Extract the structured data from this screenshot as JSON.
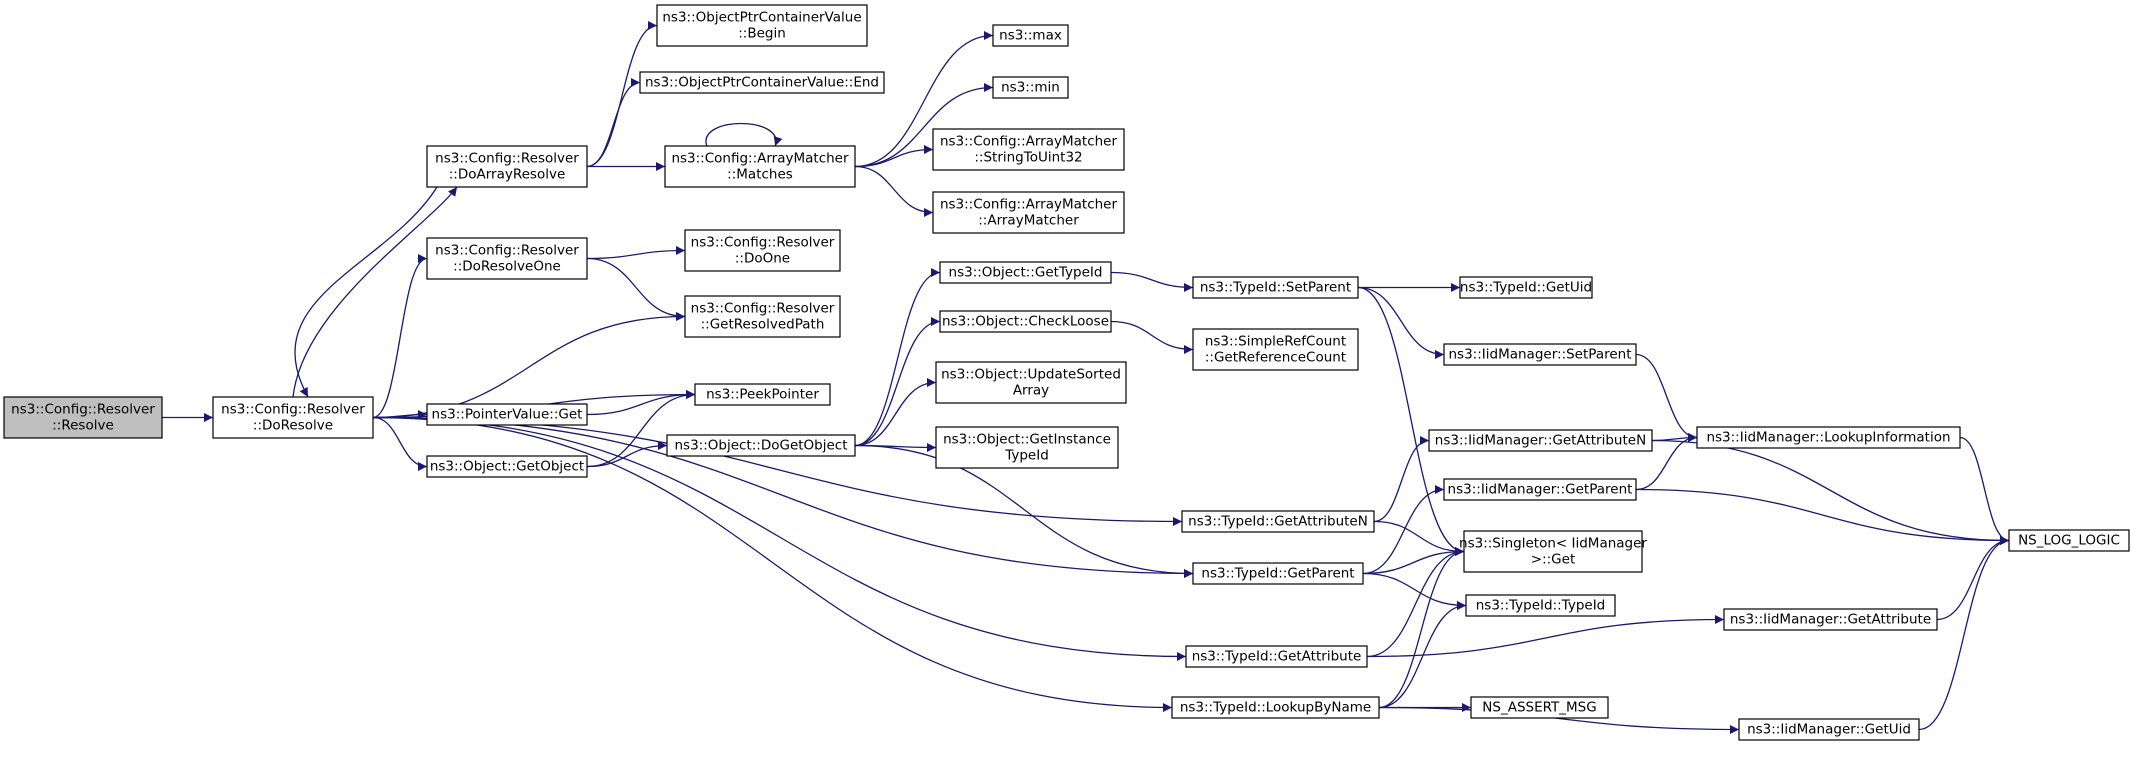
{
  "diagram": {
    "type": "call-graph",
    "nodes": [
      {
        "id": "resolve",
        "lines": [
          "ns3::Config::Resolver",
          "::Resolve"
        ],
        "root": true
      },
      {
        "id": "doresolve",
        "lines": [
          "ns3::Config::Resolver",
          "::DoResolve"
        ]
      },
      {
        "id": "doarrayresolve",
        "lines": [
          "ns3::Config::Resolver",
          "::DoArrayResolve"
        ]
      },
      {
        "id": "doresolveone",
        "lines": [
          "ns3::Config::Resolver",
          "::DoResolveOne"
        ]
      },
      {
        "id": "pointervalueget",
        "lines": [
          "ns3::PointerValue::Get"
        ]
      },
      {
        "id": "objectgetobject",
        "lines": [
          "ns3::Object::GetObject"
        ]
      },
      {
        "id": "optrbegin",
        "lines": [
          "ns3::ObjectPtrContainerValue",
          "::Begin"
        ]
      },
      {
        "id": "optrend",
        "lines": [
          "ns3::ObjectPtrContainerValue::End"
        ]
      },
      {
        "id": "matches",
        "lines": [
          "ns3::Config::ArrayMatcher",
          "::Matches"
        ]
      },
      {
        "id": "doone",
        "lines": [
          "ns3::Config::Resolver",
          "::DoOne"
        ]
      },
      {
        "id": "getresolvedpath",
        "lines": [
          "ns3::Config::Resolver",
          "::GetResolvedPath"
        ]
      },
      {
        "id": "peekpointer",
        "lines": [
          "ns3::PeekPointer"
        ]
      },
      {
        "id": "dogetobject",
        "lines": [
          "ns3::Object::DoGetObject"
        ]
      },
      {
        "id": "max",
        "lines": [
          "ns3::max"
        ]
      },
      {
        "id": "min",
        "lines": [
          "ns3::min"
        ]
      },
      {
        "id": "stringtouint32",
        "lines": [
          "ns3::Config::ArrayMatcher",
          "::StringToUint32"
        ]
      },
      {
        "id": "arraymatcher",
        "lines": [
          "ns3::Config::ArrayMatcher",
          "::ArrayMatcher"
        ]
      },
      {
        "id": "objgettypeid",
        "lines": [
          "ns3::Object::GetTypeId"
        ]
      },
      {
        "id": "checkloose",
        "lines": [
          "ns3::Object::CheckLoose"
        ]
      },
      {
        "id": "updatesorted",
        "lines": [
          "ns3::Object::UpdateSorted",
          "Array"
        ]
      },
      {
        "id": "getinstancetypeid",
        "lines": [
          "ns3::Object::GetInstance",
          "TypeId"
        ]
      },
      {
        "id": "setparent",
        "lines": [
          "ns3::TypeId::SetParent"
        ]
      },
      {
        "id": "getrefcount",
        "lines": [
          "ns3::SimpleRefCount",
          "::GetReferenceCount"
        ]
      },
      {
        "id": "getattributen",
        "lines": [
          "ns3::TypeId::GetAttributeN"
        ]
      },
      {
        "id": "typeidgetparent",
        "lines": [
          "ns3::TypeId::GetParent"
        ]
      },
      {
        "id": "typeidgetattribute",
        "lines": [
          "ns3::TypeId::GetAttribute"
        ]
      },
      {
        "id": "lookupbyname",
        "lines": [
          "ns3::TypeId::LookupByName"
        ]
      },
      {
        "id": "getuid",
        "lines": [
          "ns3::TypeId::GetUid"
        ]
      },
      {
        "id": "iidsetparent",
        "lines": [
          "ns3::IidManager::SetParent"
        ]
      },
      {
        "id": "iidgetattributen",
        "lines": [
          "ns3::IidManager::GetAttributeN"
        ]
      },
      {
        "id": "iidgetparent",
        "lines": [
          "ns3::IidManager::GetParent"
        ]
      },
      {
        "id": "singletonget",
        "lines": [
          "ns3::Singleton< IidManager",
          ">::Get"
        ]
      },
      {
        "id": "typeidtypeid",
        "lines": [
          "ns3::TypeId::TypeId"
        ]
      },
      {
        "id": "nsassertmsg",
        "lines": [
          "NS_ASSERT_MSG"
        ]
      },
      {
        "id": "lookupinformation",
        "lines": [
          "ns3::IidManager::LookupInformation"
        ]
      },
      {
        "id": "iidgetattribute",
        "lines": [
          "ns3::IidManager::GetAttribute"
        ]
      },
      {
        "id": "iidgetuid",
        "lines": [
          "ns3::IidManager::GetUid"
        ]
      },
      {
        "id": "nsloglogic",
        "lines": [
          "NS_LOG_LOGIC"
        ]
      }
    ],
    "edges": [
      [
        "resolve",
        "doresolve"
      ],
      [
        "doresolve",
        "doarrayresolve"
      ],
      [
        "doresolve",
        "doresolveone"
      ],
      [
        "doresolve",
        "getresolvedpath"
      ],
      [
        "doresolve",
        "peekpointer"
      ],
      [
        "doresolve",
        "pointervalueget"
      ],
      [
        "doresolve",
        "objectgetobject"
      ],
      [
        "doresolve",
        "getattributen"
      ],
      [
        "doresolve",
        "typeidgetparent"
      ],
      [
        "doresolve",
        "typeidgetattribute"
      ],
      [
        "doresolve",
        "lookupbyname"
      ],
      [
        "doarrayresolve",
        "optrbegin"
      ],
      [
        "doarrayresolve",
        "optrend"
      ],
      [
        "doarrayresolve",
        "matches"
      ],
      [
        "doarrayresolve",
        "doresolve"
      ],
      [
        "doresolveone",
        "doone"
      ],
      [
        "doresolveone",
        "getresolvedpath"
      ],
      [
        "pointervalueget",
        "peekpointer"
      ],
      [
        "objectgetobject",
        "peekpointer"
      ],
      [
        "objectgetobject",
        "dogetobject"
      ],
      [
        "matches",
        "matches"
      ],
      [
        "matches",
        "max"
      ],
      [
        "matches",
        "min"
      ],
      [
        "matches",
        "stringtouint32"
      ],
      [
        "matches",
        "arraymatcher"
      ],
      [
        "dogetobject",
        "objgettypeid"
      ],
      [
        "dogetobject",
        "checkloose"
      ],
      [
        "dogetobject",
        "updatesorted"
      ],
      [
        "dogetobject",
        "getinstancetypeid"
      ],
      [
        "dogetobject",
        "typeidgetparent"
      ],
      [
        "objgettypeid",
        "setparent"
      ],
      [
        "checkloose",
        "getrefcount"
      ],
      [
        "setparent",
        "getuid"
      ],
      [
        "setparent",
        "iidsetparent"
      ],
      [
        "setparent",
        "singletonget"
      ],
      [
        "iidsetparent",
        "lookupinformation"
      ],
      [
        "getattributen",
        "iidgetattributen"
      ],
      [
        "getattributen",
        "singletonget"
      ],
      [
        "iidgetattributen",
        "lookupinformation"
      ],
      [
        "iidgetattributen",
        "nsloglogic"
      ],
      [
        "typeidgetparent",
        "iidgetparent"
      ],
      [
        "typeidgetparent",
        "singletonget"
      ],
      [
        "typeidgetparent",
        "typeidtypeid"
      ],
      [
        "iidgetparent",
        "lookupinformation"
      ],
      [
        "iidgetparent",
        "nsloglogic"
      ],
      [
        "lookupinformation",
        "nsloglogic"
      ],
      [
        "typeidgetattribute",
        "singletonget"
      ],
      [
        "typeidgetattribute",
        "iidgetattribute"
      ],
      [
        "iidgetattribute",
        "nsloglogic"
      ],
      [
        "lookupbyname",
        "singletonget"
      ],
      [
        "lookupbyname",
        "typeidtypeid"
      ],
      [
        "lookupbyname",
        "nsassertmsg"
      ],
      [
        "lookupbyname",
        "iidgetuid"
      ],
      [
        "iidgetuid",
        "nsloglogic"
      ]
    ]
  }
}
